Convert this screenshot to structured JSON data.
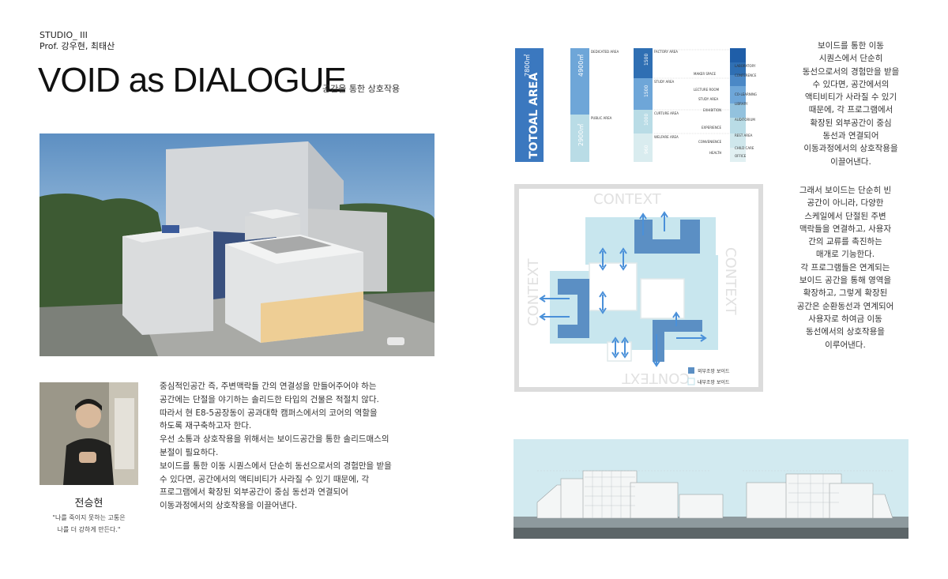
{
  "header": {
    "studio": "STUDIO_ III",
    "professors": "Prof. 강우현, 최태산",
    "title": "VOID as DIALOGUE",
    "subtitle": "공간을 통한 상호작용"
  },
  "designer": {
    "name": "전승현",
    "quote_line1": "\"나를 죽이지 못하는 고통은",
    "quote_line2": "나를 더 강하게 만든다.\""
  },
  "description": "중심적인공간 즉, 주변맥락들 간의 연결성을 만들어주어야 하는\n공간에는 단절을 야기하는 솔리드한 타입의 건물은 적절치 않다.\n따라서 현 E8-5공장동이 공과대학 캠퍼스에서의 코어의 역할을\n하도록 재구축하고자 한다.\n우선 소통과 상호작용을 위해서는 보이드공간을 통한 솔리드매스의\n분절이 필요하다.\n보이드를 통한 이동 시퀀스에서 단순히 동선으로서의 경험만을 받을\n수 있다면, 공간에서의 액티비티가 사라질 수 있기 때문에, 각\n프로그램에서 확장된 외부공간이 중심 동선과 연결되어\n이동과정에서의 상호작용을 이끌어낸다.",
  "right_text_1": "보이드를 통한 이동\n시퀀스에서 단순히\n동선으로서의 경험만을 받을\n수 있다면, 공간에서의\n액티비티가 사라질 수 있기\n때문에, 각 프로그램에서\n확장된 외부공간이 중심\n동선과 연결되어\n이동과정에서의 상호작용을\n이끌어낸다.",
  "right_text_2": "그래서 보이드는 단순히 빈\n공간이 아니라, 다양한\n스케일에서 단절된 주변\n맥락들을 연결하고, 사용자\n간의 교류를 촉진하는\n매개로 기능한다.\n각 프로그램들은 연계되는\n보이드 공간을 통해 영역을\n확장하고, 그렇게 확장된\n공간은 순환동선과 연계되어\n사용자로 하여금 이동\n동선에서의 상호작용을\n이루어낸다.",
  "area_chart": {
    "total_label": "TOTOAL AREA",
    "total_value": "7800㎡",
    "dedicated_label": "DEDICATED AREA",
    "dedicated_value": "4900㎡",
    "public_label": "PUBLIC AREA",
    "public_value": "2900㎡",
    "mid_segments": [
      {
        "label": "FACTORY AREA",
        "value": "1500"
      },
      {
        "label": "STUDY AREA",
        "value": "1500"
      },
      {
        "label": "CURTURE AREA",
        "value": "1000"
      },
      {
        "label": "WELFARE AREA",
        "value": "960"
      }
    ],
    "detail_labels": [
      "MAKER SPACE",
      "LABORATORY",
      "CONFERENCE",
      "LECTURE ROOM",
      "STUDY AREA",
      "CO-LEARNING",
      "LIBRARY",
      "EXHIBITION",
      "AUDITORIUM",
      "EXPERIENCE",
      "REST AREA",
      "CONVENIENCE",
      "CHILD CARE",
      "OFFICE",
      "HEALTH"
    ],
    "colors": {
      "dark": "#2f6fb3",
      "mid": "#6ea6d8",
      "light": "#b9dce6",
      "pale": "#d9ecef"
    }
  },
  "concept_diagram": {
    "context_top": "CONTEXT",
    "context_left": "CONTEXT",
    "context_right": "CONTEXT",
    "context_bottom": "CONTEXT",
    "legend_exterior": "외부조망 보이드",
    "legend_interior": "내부조망 보이드",
    "colors": {
      "void_dark": "#5b8fc4",
      "void_light": "#c8e6ee",
      "arrow": "#4a90d9"
    }
  }
}
